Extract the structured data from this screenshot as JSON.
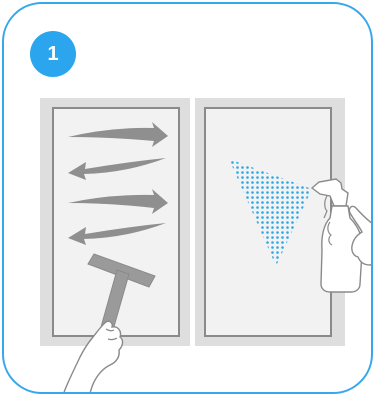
{
  "step": {
    "number": "1"
  },
  "colors": {
    "accent": "#37a7ec",
    "badge": "#2aa5ee",
    "pane_frame": "#dedede",
    "glass": "#f2f2f2",
    "glass_border": "#8a8a8a",
    "arrows": "#8f8f8f",
    "spray_dots": "#29a8e6",
    "hand_outline": "#8a8a8a"
  },
  "illustration": {
    "left_pane": "squeegee-wiping-window",
    "right_pane": "spray-bottle-spraying-window",
    "arrow_directions": [
      "right",
      "left",
      "right",
      "left"
    ]
  }
}
